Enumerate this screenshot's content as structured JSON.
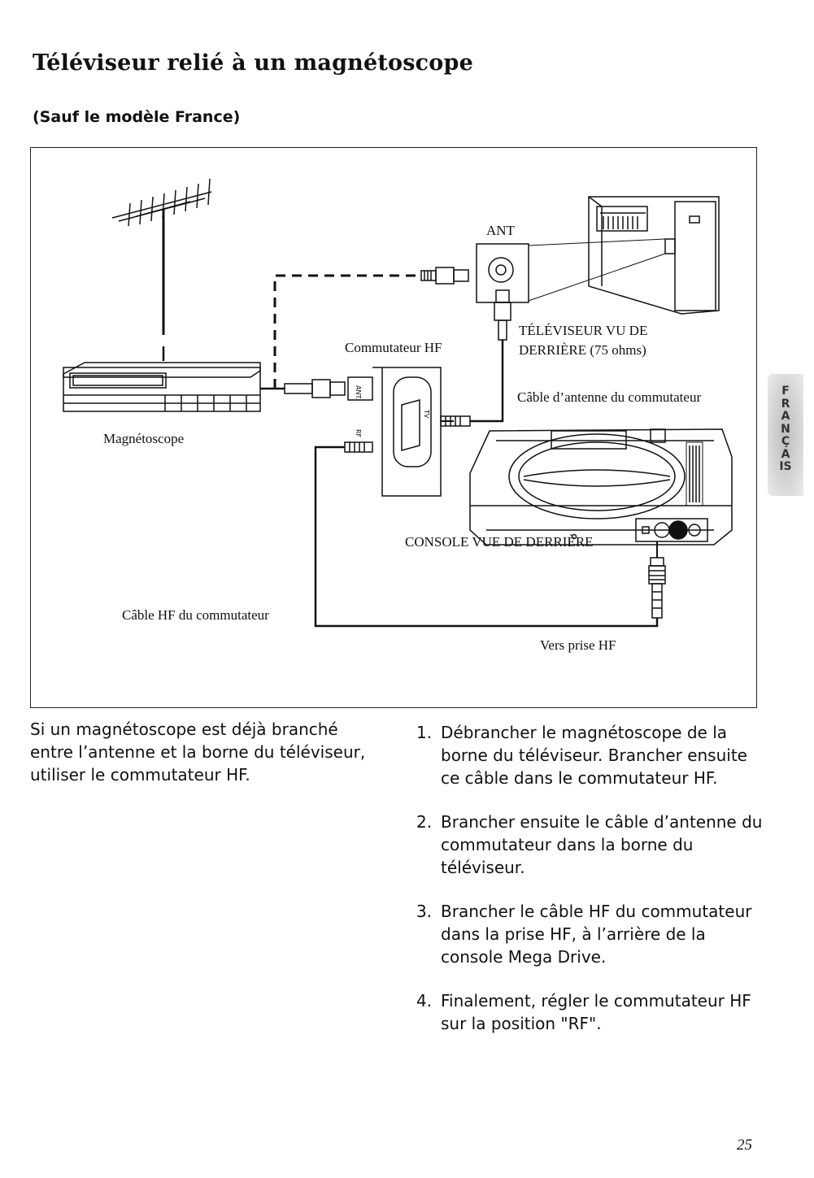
{
  "title": "Téléviseur relié à un magnétoscope",
  "subtitle": "(Sauf le modèle France)",
  "figure": {
    "labels": {
      "ant": "ANT",
      "tv_rear": "TÉLÉVISEUR VU DE",
      "tv_rear_2": "DERRIÈRE",
      "tv_rear_ohms": "(75 ohms)",
      "rf_switch": "Commutateur HF",
      "switch_antenna_cable": "Câble d’antenne du commutateur",
      "vcr": "Magnétoscope",
      "console_rear": "CONSOLE VUE DE DERRIÈRE",
      "switch_rf_cable": "Câble HF du commutateur",
      "to_rf_jack": "Vers prise HF",
      "switch_ant": "ANT.",
      "switch_rf": "RF",
      "switch_tv": "TV"
    }
  },
  "side_tab": "FRANÇAIS",
  "intro": "Si un magnétoscope est déjà branché entre l’antenne et la borne du téléviseur, utiliser le commutateur HF.",
  "steps": [
    {
      "num": "1.",
      "text": "Débrancher le magnétoscope de la borne du téléviseur. Brancher ensuite ce câble dans le commutateur HF."
    },
    {
      "num": "2.",
      "text": "Brancher ensuite le câble d’antenne du commutateur dans la borne du téléviseur."
    },
    {
      "num": "3.",
      "text": "Brancher le câble HF du commutateur dans la prise HF, à l’arrière de la console Mega Drive."
    },
    {
      "num": "4.",
      "text": "Finalement, régler le commutateur HF sur la position \"RF\"."
    }
  ],
  "page_number": "25"
}
